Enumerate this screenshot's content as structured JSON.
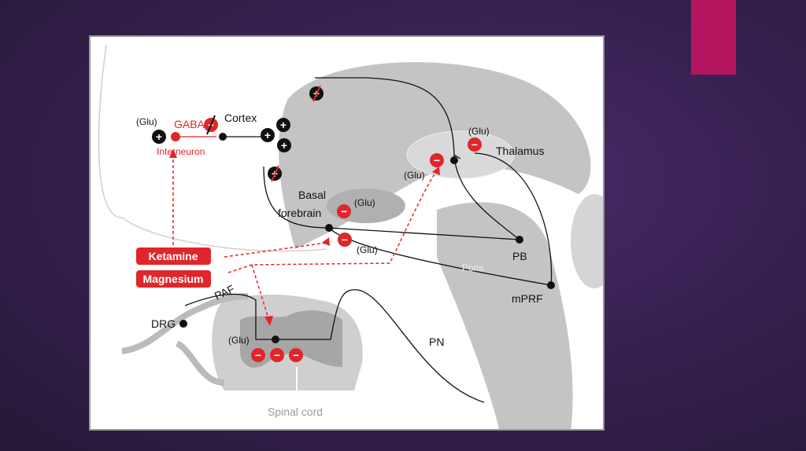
{
  "slide": {
    "accent_color": "#b3165f",
    "background_color": "#35204f"
  },
  "diagram": {
    "labels": {
      "cortex": "Cortex",
      "gaba": "GABA",
      "interneuron": "Interneuron",
      "glu": "(Glu)",
      "thalamus": "Thalamus",
      "basal": "Basal",
      "forebrain": "forebrain",
      "pons": "Pons",
      "pb": "PB",
      "mprf": "mPRF",
      "paf": "PAF",
      "drg": "DRG",
      "pn": "PN",
      "spinal_cord": "Spinal cord"
    },
    "drugs": [
      "Ketamine",
      "Magnesium"
    ],
    "signs": {
      "plus": "+",
      "minus": "−"
    },
    "colors": {
      "inhibit": "#e0262b",
      "excite": "#111111",
      "tissue": "#c9c9c9"
    }
  }
}
